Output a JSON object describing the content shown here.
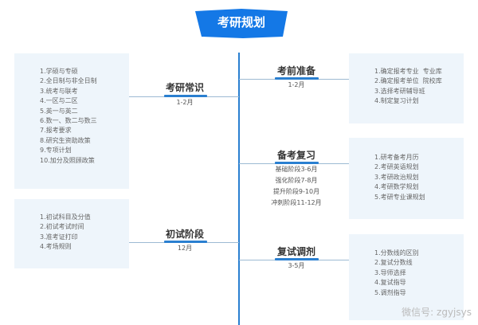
{
  "title": "考研规划",
  "colors": {
    "accent": "#2a7fd0",
    "box_bg": "#eef5fb"
  },
  "left_branches": [
    {
      "title": "考研常识",
      "subtitle": [
        "1-2月"
      ],
      "items": [
        "1.学硕与专硕",
        "2.全日制与非全日制",
        "3.统考与联考",
        "4.一区与二区",
        "5.英一与英二",
        "6.数一、数二与数三",
        "7.报考要求",
        "8.研究生资助政策",
        "9.专项计划",
        "10.加分及照顾政策"
      ]
    },
    {
      "title": "初试阶段",
      "subtitle": [
        "12月"
      ],
      "items": [
        "1.初试科目及分值",
        "2.初试考试时间",
        "3.准考证打印",
        "4.考场规则"
      ]
    }
  ],
  "right_branches": [
    {
      "title": "考前准备",
      "subtitle": [
        "1-2月"
      ],
      "items": [
        "1.确定报考专业  专业库",
        "2.确定报考单位  院校库",
        "3.选择考研辅导班",
        "4.制定复习计划"
      ]
    },
    {
      "title": "备考复习",
      "subtitle": [
        "基础阶段3-6月",
        "强化阶段7-8月",
        "提升阶段9-10月",
        "冲刺阶段11-12月"
      ],
      "items": [
        "1.研考备考月历",
        "2.考研英语规划",
        "3.考研政治规划",
        "4.考研数学规划",
        "5.考研专业课规划"
      ]
    },
    {
      "title": "复试调剂",
      "subtitle": [
        "3-5月"
      ],
      "items": [
        "1.分数线的区别",
        "2.复试分数线",
        "3.导师选择",
        "4.复试指导",
        "5.调剂指导"
      ]
    }
  ],
  "watermark": "微信号: zgyjsys"
}
